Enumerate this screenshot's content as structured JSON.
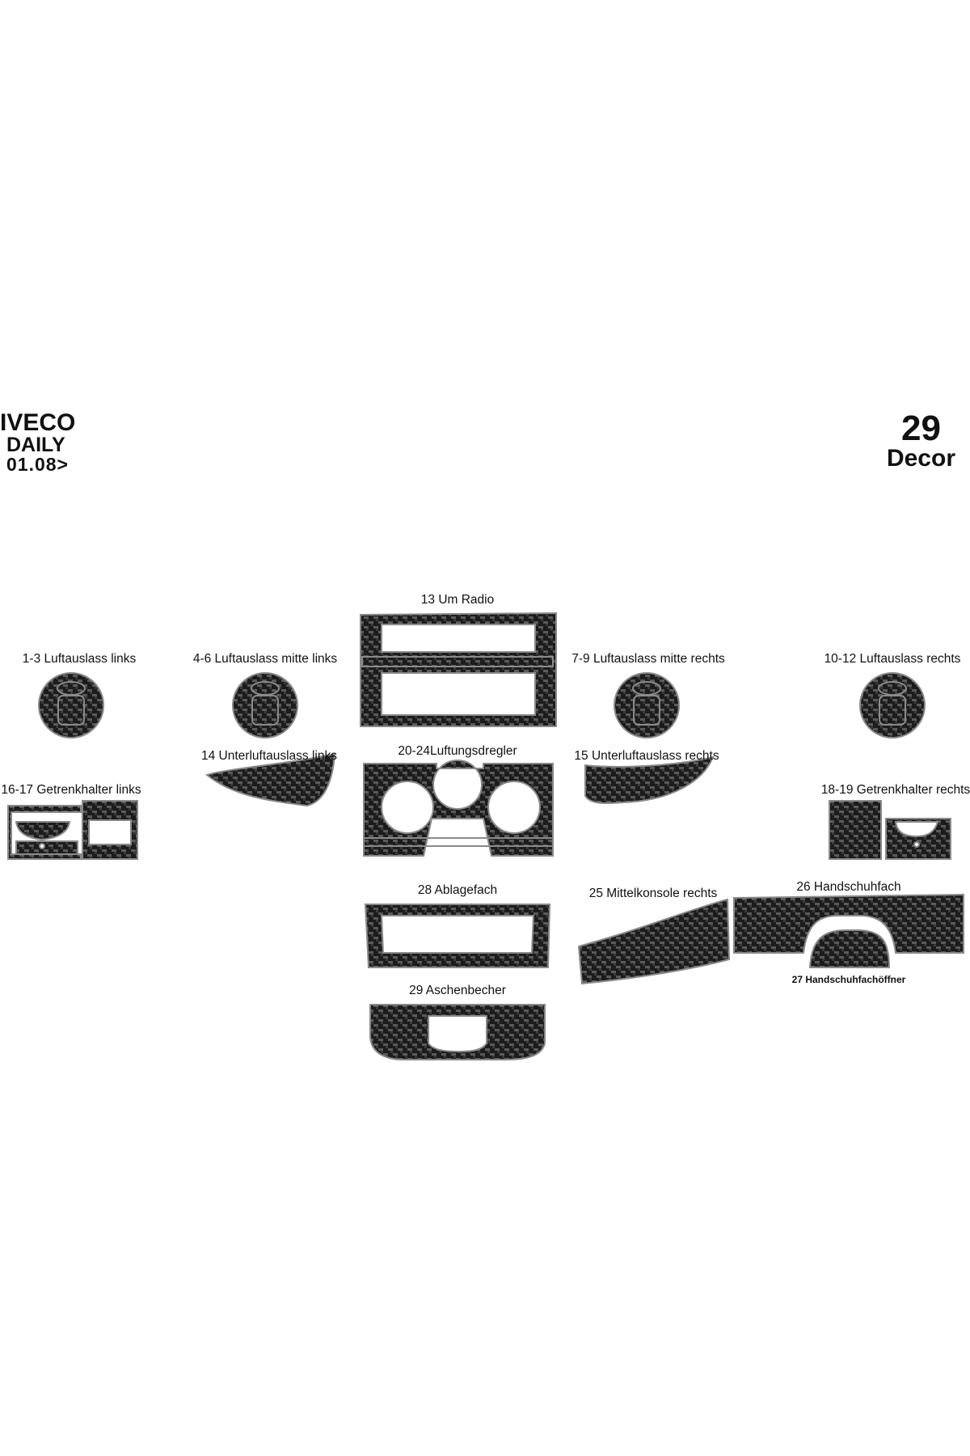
{
  "header": {
    "brand_line1": "IVECO",
    "brand_line2": "DAILY",
    "brand_line3": "01.08>",
    "decor_number": "29",
    "decor_label": "Decor"
  },
  "labels": {
    "p13": "13 Um Radio",
    "p1_3": "1-3 Luftauslass links",
    "p4_6": "4-6 Luftauslass mitte links",
    "p7_9": "7-9 Luftauslass mitte rechts",
    "p10_12": "10-12 Luftauslass rechts",
    "p14": "14 Unterluftauslass links",
    "p20_24": "20-24Luftungsdregler",
    "p15": "15 Unterluftauslass rechts",
    "p16_17": "16-17 Getrenkhalter links",
    "p18_19": "18-19 Getrenkhalter rechts",
    "p28": "28  Ablagefach",
    "p25": "25 Mittelkonsole rechts",
    "p26": "26 Handschuhfach",
    "p27": "27 Handschuhfachöffner",
    "p29": "29 Aschenbecher"
  },
  "colors": {
    "carbon_dark": "#1c1c1c",
    "carbon_light": "#5a5a5a",
    "edge": "#8a8a8a"
  }
}
